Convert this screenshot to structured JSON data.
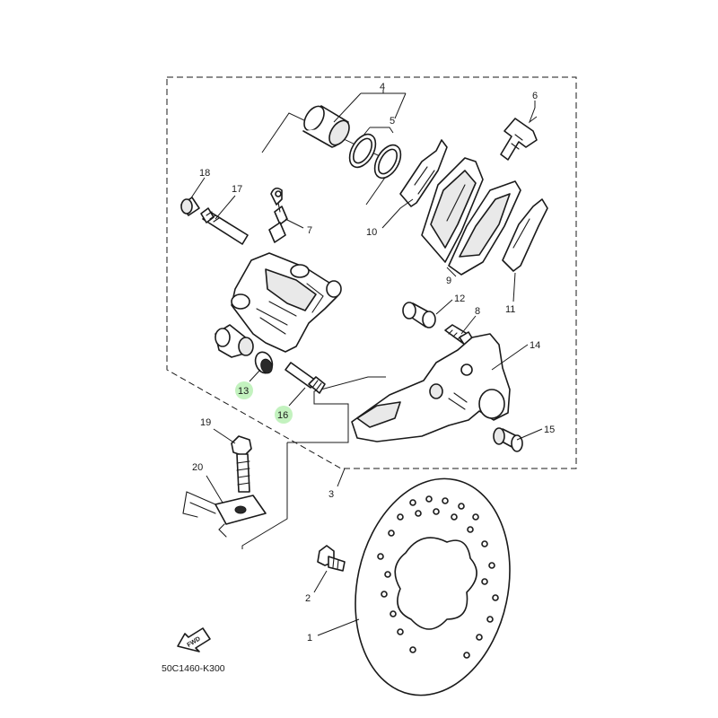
{
  "diagram": {
    "code": "50C1460-K300",
    "fwd_label": "FWD",
    "highlight_color": "#b8f0b4",
    "callouts": [
      "1",
      "2",
      "3",
      "4",
      "5",
      "6",
      "7",
      "8",
      "9",
      "10",
      "11",
      "12",
      "13",
      "14",
      "15",
      "16",
      "17",
      "18",
      "19",
      "20"
    ]
  }
}
